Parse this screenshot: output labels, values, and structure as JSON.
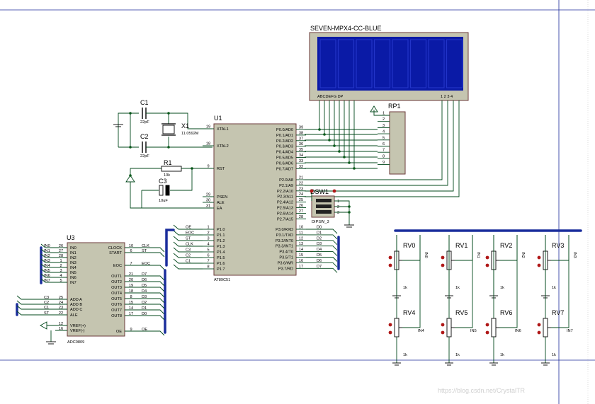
{
  "display": {
    "name": "SEVEN-MPX4-CC-BLUE",
    "seg_label": "ABCDEFG DP",
    "digit_label": "1 2 3 4",
    "color": "#0a1aa6"
  },
  "u1": {
    "ref": "U1",
    "type": "AT89C51",
    "left_pins": [
      {
        "num": "19",
        "name": "XTAL1"
      },
      {
        "num": "18",
        "name": "XTAL2"
      },
      {
        "num": "9",
        "name": "RST"
      },
      {
        "num": "29",
        "name": "PSEN"
      },
      {
        "num": "30",
        "name": "ALE"
      },
      {
        "num": "31",
        "name": "EA"
      },
      {
        "num": "1",
        "name": "P1.0"
      },
      {
        "num": "2",
        "name": "P1.1"
      },
      {
        "num": "3",
        "name": "P1.2"
      },
      {
        "num": "4",
        "name": "P1.3"
      },
      {
        "num": "5",
        "name": "P1.4"
      },
      {
        "num": "6",
        "name": "P1.5"
      },
      {
        "num": "7",
        "name": "P1.6"
      },
      {
        "num": "8",
        "name": "P1.7"
      }
    ],
    "right_pins": [
      {
        "num": "39",
        "name": "P0.0/AD0"
      },
      {
        "num": "38",
        "name": "P0.1/AD1"
      },
      {
        "num": "37",
        "name": "P0.2/AD2"
      },
      {
        "num": "36",
        "name": "P0.3/AD3"
      },
      {
        "num": "35",
        "name": "P0.4/AD4"
      },
      {
        "num": "34",
        "name": "P0.5/AD5"
      },
      {
        "num": "33",
        "name": "P0.6/AD6"
      },
      {
        "num": "32",
        "name": "P0.7/AD7"
      },
      {
        "num": "21",
        "name": "P2.0/A8"
      },
      {
        "num": "22",
        "name": "P2.1/A9"
      },
      {
        "num": "23",
        "name": "P2.2/A10"
      },
      {
        "num": "24",
        "name": "P2.3/A11"
      },
      {
        "num": "25",
        "name": "P2.4/A12"
      },
      {
        "num": "26",
        "name": "P2.5/A13"
      },
      {
        "num": "27",
        "name": "P2.6/A14"
      },
      {
        "num": "28",
        "name": "P2.7/A15"
      },
      {
        "num": "10",
        "name": "P3.0/RXD"
      },
      {
        "num": "11",
        "name": "P3.1/TXD"
      },
      {
        "num": "12",
        "name": "P3.2/INT0"
      },
      {
        "num": "13",
        "name": "P3.3/INT1"
      },
      {
        "num": "14",
        "name": "P3.4/T0"
      },
      {
        "num": "15",
        "name": "P3.5/T1"
      },
      {
        "num": "16",
        "name": "P3.6/WR"
      },
      {
        "num": "17",
        "name": "P3.7/RD"
      }
    ],
    "p1_nets": [
      "OE",
      "EOC",
      "ST",
      "CLK",
      "C3",
      "C2",
      "C1",
      ""
    ],
    "p3_nets": [
      "D0",
      "D1",
      "D2",
      "D3",
      "D4",
      "D5",
      "D6",
      "D7"
    ]
  },
  "u3": {
    "ref": "U3",
    "type": "ADC0809",
    "left_pins": [
      {
        "num": "26",
        "name": "IN0",
        "net": "IN0"
      },
      {
        "num": "27",
        "name": "IN1",
        "net": "IN1"
      },
      {
        "num": "28",
        "name": "IN2",
        "net": "IN2"
      },
      {
        "num": "1",
        "name": "IN3",
        "net": "IN3"
      },
      {
        "num": "2",
        "name": "IN4",
        "net": "IN4"
      },
      {
        "num": "3",
        "name": "IN5",
        "net": "IN5"
      },
      {
        "num": "4",
        "name": "IN6",
        "net": "IN6"
      },
      {
        "num": "5",
        "name": "IN7",
        "net": "IN7"
      },
      {
        "num": "25",
        "name": "ADD A",
        "net": "C3"
      },
      {
        "num": "24",
        "name": "ADD B",
        "net": "C2"
      },
      {
        "num": "23",
        "name": "ADD C",
        "net": "C1"
      },
      {
        "num": "22",
        "name": "ALE",
        "net": "ST"
      },
      {
        "num": "12",
        "name": "VREF(+)",
        "net": ""
      },
      {
        "num": "16",
        "name": "VREF(-)",
        "net": ""
      }
    ],
    "right_pins": [
      {
        "num": "10",
        "name": "CLOCK",
        "net": "CLK"
      },
      {
        "num": "6",
        "name": "START",
        "net": "ST"
      },
      {
        "num": "7",
        "name": "EOC",
        "net": "EOC"
      },
      {
        "num": "21",
        "name": "OUT1",
        "net": "D7"
      },
      {
        "num": "20",
        "name": "OUT2",
        "net": "D6"
      },
      {
        "num": "19",
        "name": "OUT3",
        "net": "D5"
      },
      {
        "num": "18",
        "name": "OUT4",
        "net": "D4"
      },
      {
        "num": "8",
        "name": "OUT5",
        "net": "D3"
      },
      {
        "num": "15",
        "name": "OUT6",
        "net": "D2"
      },
      {
        "num": "14",
        "name": "OUT7",
        "net": "D1"
      },
      {
        "num": "17",
        "name": "OUT8",
        "net": "D0"
      },
      {
        "num": "9",
        "name": "OE",
        "net": "OE"
      }
    ]
  },
  "parts": {
    "c1": {
      "ref": "C1",
      "value": "22pF"
    },
    "c2": {
      "ref": "C2",
      "value": "22pF"
    },
    "c3": {
      "ref": "C3",
      "value": "10uF"
    },
    "x1": {
      "ref": "X1",
      "value": "11.0592M"
    },
    "r1": {
      "ref": "R1",
      "value": "10k"
    },
    "rp1": {
      "ref": "RP1",
      "pins": [
        "1",
        "2",
        "3",
        "4",
        "5",
        "6",
        "7",
        "8",
        "9"
      ]
    },
    "dsw1": {
      "ref": "DSW1",
      "type": "DIPSW_3",
      "pins": [
        "1",
        "2",
        "3"
      ]
    }
  },
  "pots": [
    {
      "ref": "RV0",
      "value": "1k",
      "net": "IN0"
    },
    {
      "ref": "RV1",
      "value": "1k",
      "net": "IN1"
    },
    {
      "ref": "RV2",
      "value": "1k",
      "net": "IN2"
    },
    {
      "ref": "RV3",
      "value": "1k",
      "net": "IN3"
    },
    {
      "ref": "RV4",
      "value": "1k",
      "net": "IN4"
    },
    {
      "ref": "RV5",
      "value": "1k",
      "net": "IN5"
    },
    {
      "ref": "RV6",
      "value": "1k",
      "net": "IN6"
    },
    {
      "ref": "RV7",
      "value": "1k",
      "net": "IN7"
    }
  ],
  "watermark": "https://blog.csdn.net/CrystalTR",
  "colors": {
    "wire": "#00471a",
    "bus": "#1a2d9c",
    "chip_fill": "#c5c5b0",
    "chip_border": "#6b3a3a",
    "display_body": "#0a1aa6"
  }
}
